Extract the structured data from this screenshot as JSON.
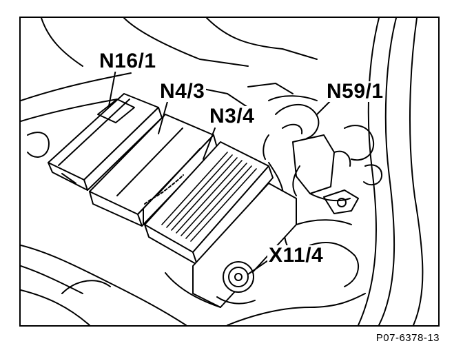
{
  "labels": {
    "n16_1": "N16/1",
    "n4_3": "N4/3",
    "n3_4": "N3/4",
    "n59_1": "N59/1",
    "x11_4": "X11/4"
  },
  "figure_ref": "P07-6378-13",
  "colors": {
    "ink": "#000000",
    "paper": "#ffffff"
  }
}
